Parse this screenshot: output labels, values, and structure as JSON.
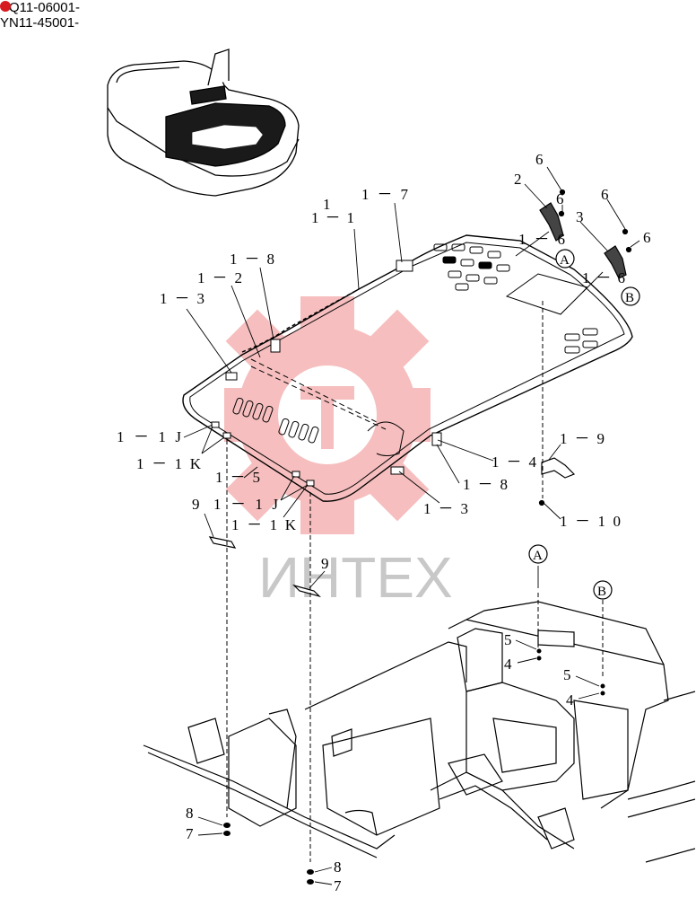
{
  "header": {
    "serial_line_1": "Q11-06001-",
    "serial_line_2": "YN11-45001-"
  },
  "watermark": {
    "text": "ИНТЕХ",
    "gear_color": "#f5b3b3",
    "text_color": "#c8c8c8"
  },
  "callouts": {
    "c6a": "6",
    "c6b": "6",
    "c6c": "6",
    "c6d": "6",
    "c2": "2",
    "c3": "3",
    "c1_6a": "1－6",
    "c1_6b": "1－6",
    "c1_1": "1－1",
    "c1": "1",
    "c1_7": "1－7",
    "c1_8a": "1－8",
    "c1_2": "1－2",
    "c1_3a": "1－3",
    "c1_1J_a": "1－1J",
    "c1_1K_a": "1－1K",
    "c1_5": "1－5",
    "c9a": "9",
    "c1_1J_b": "1－1J",
    "c1_1K_b": "1－1K",
    "c1_4": "1－4",
    "c1_9": "1－9",
    "c1_8b": "1－8",
    "c1_3b": "1－3",
    "c1_10": "1－10",
    "c9b": "9",
    "c5a": "5",
    "c4a": "4",
    "c5b": "5",
    "c4b": "4",
    "c8a": "8",
    "c7a": "7",
    "c8b": "8",
    "c7b": "7"
  },
  "markers": {
    "A": "A",
    "B": "B"
  }
}
